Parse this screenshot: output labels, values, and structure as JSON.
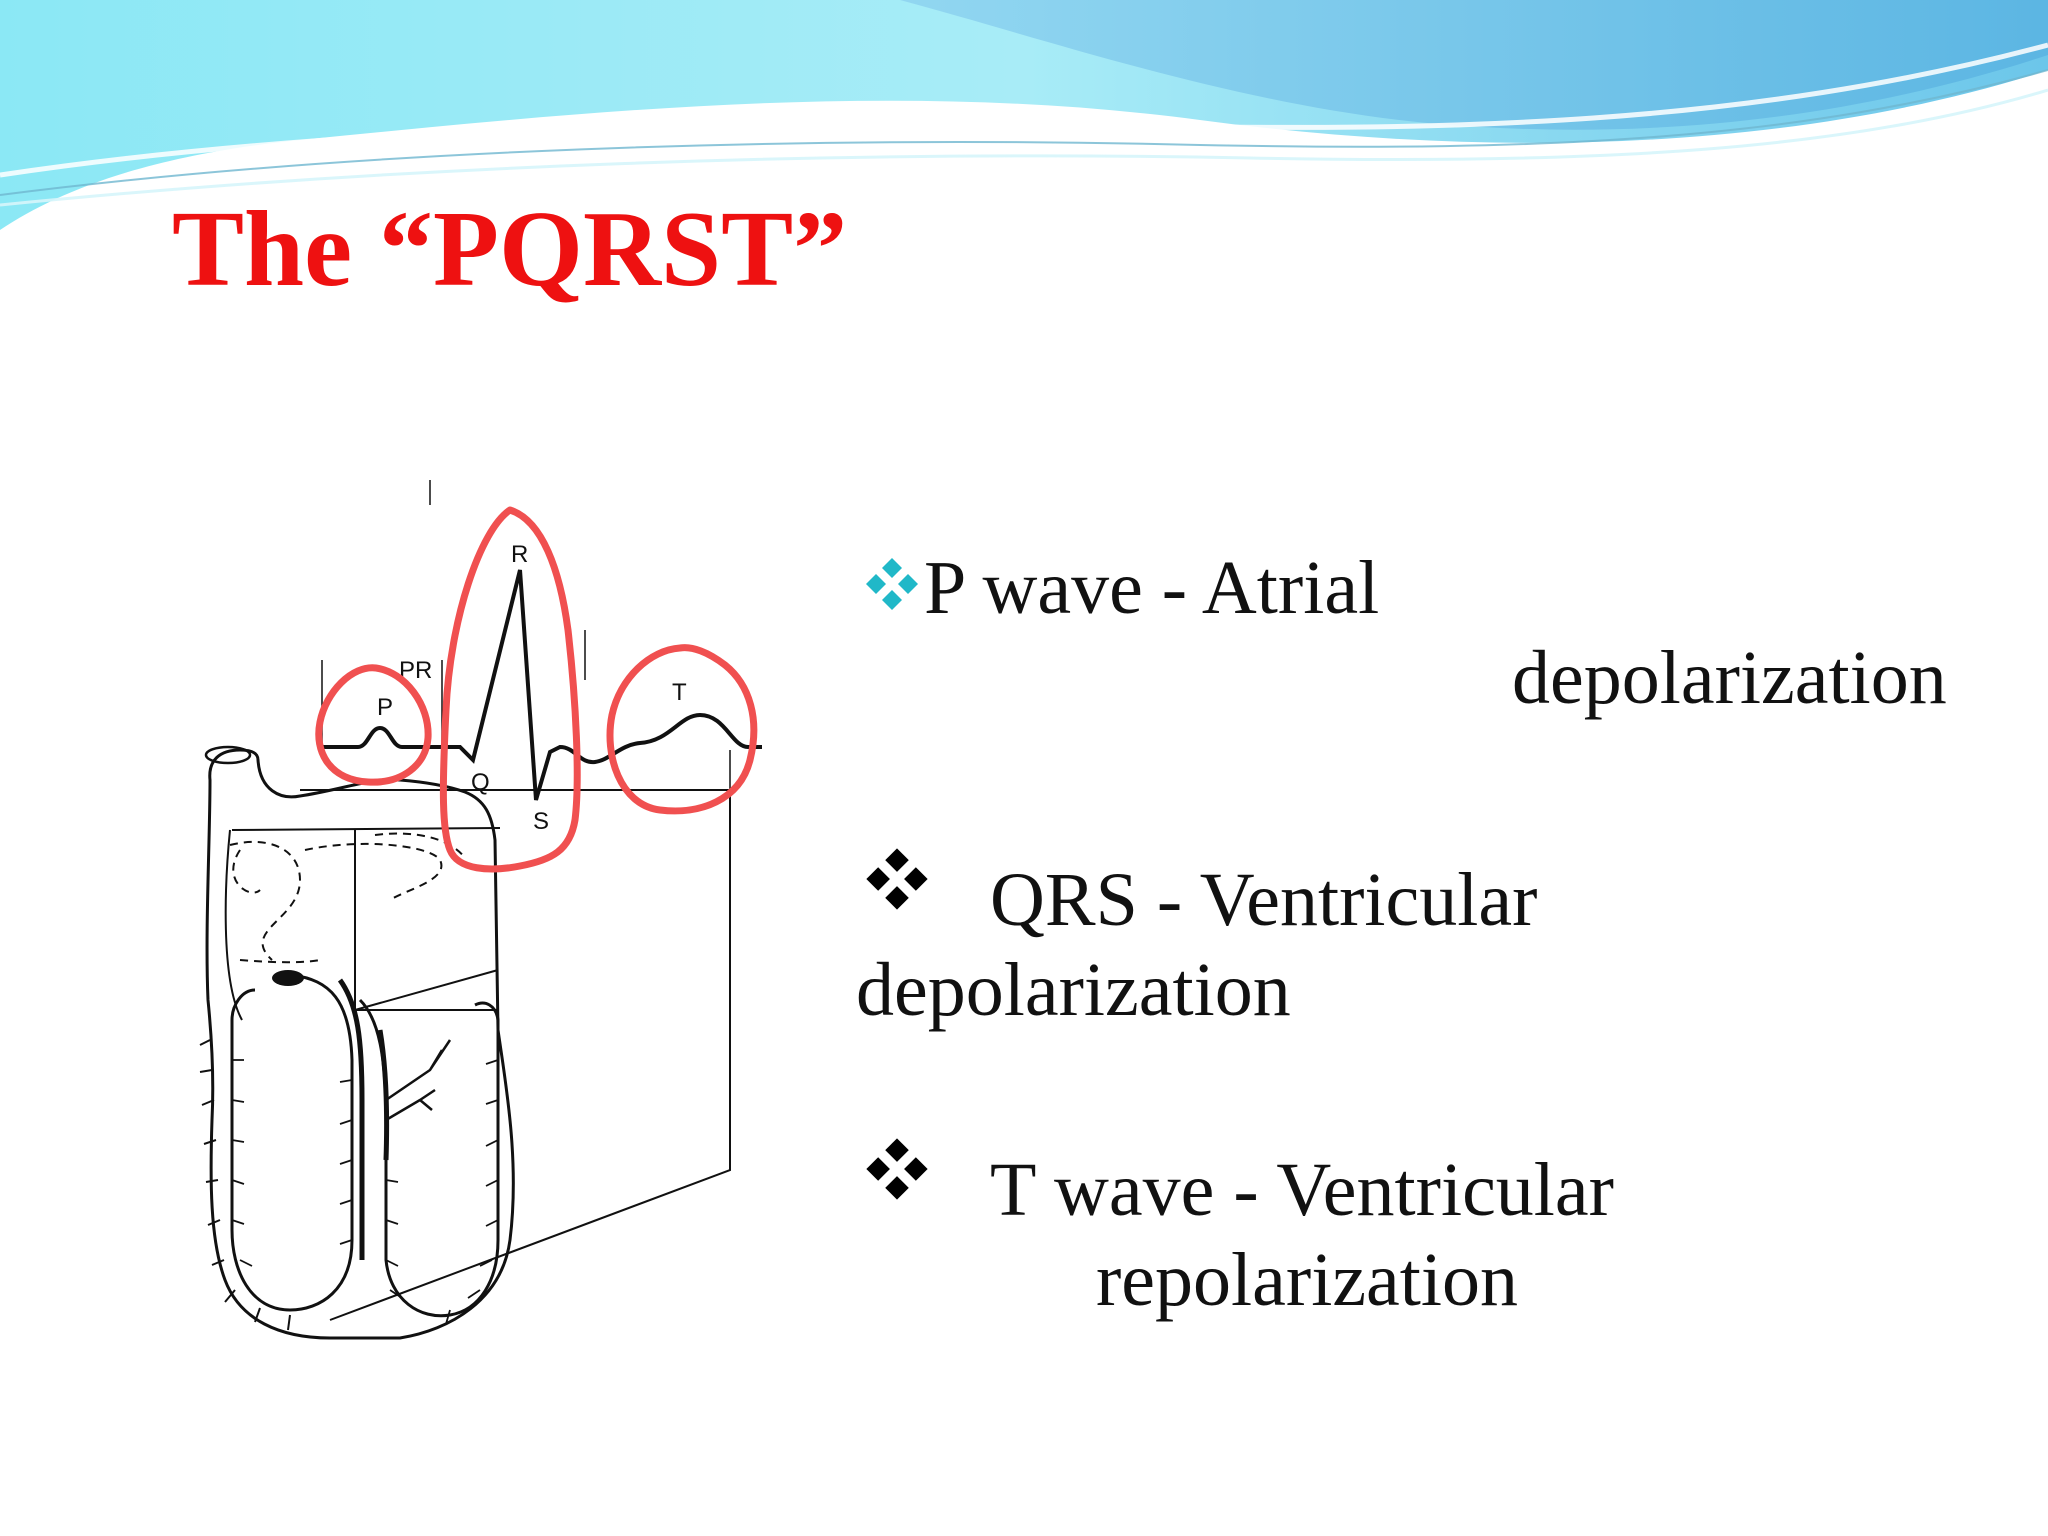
{
  "slide": {
    "title": "The “PQRST”",
    "title_color": "#ee1111",
    "background": "#ffffff"
  },
  "figure": {
    "labels": {
      "pr": "PR",
      "p": "P",
      "q": "Q",
      "r": "R",
      "s": "S",
      "t": "T"
    },
    "highlight_color": "#f05050"
  },
  "bullets": [
    {
      "icon": "four-diamond-bullet-icon",
      "icon_color": "#20b8c8",
      "line1": "P wave - Atrial",
      "line2": "depolarization"
    },
    {
      "icon": "four-diamond-bullet-icon",
      "icon_color": "#000000",
      "line1": "QRS - Ventricular",
      "line2": "depolarization"
    },
    {
      "icon": "four-diamond-bullet-icon",
      "icon_color": "#000000",
      "line1": "T wave - Ventricular",
      "line2": "repolarization"
    }
  ]
}
